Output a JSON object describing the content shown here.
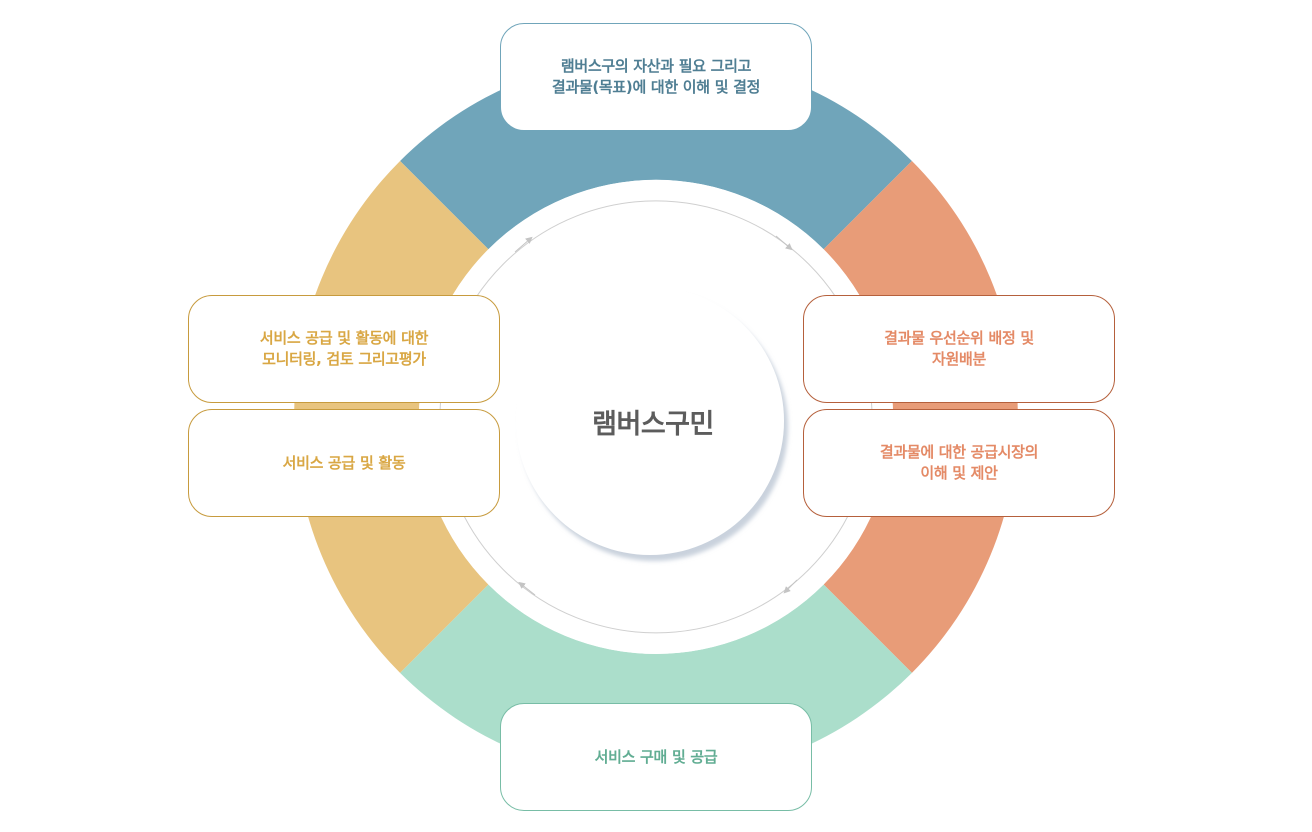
{
  "center": {
    "title": "램버스구민"
  },
  "boxes": {
    "top": {
      "line1": "램버스구의 자산과 필요 그리고",
      "line2": "결과물(목표)에 대한 이해 및 결정"
    },
    "right_1": {
      "line1": "결과물 우선순위 배정 및",
      "line2": "자원배분"
    },
    "right_2": {
      "line1": "결과물에 대한 공급시장의",
      "line2": "이해 및 제안"
    },
    "left_1": {
      "line1": "서비스 공급 및 활동에 대한",
      "line2": "모니터링, 검토 그리고평가"
    },
    "left_2": {
      "line1": "서비스 공급 및 활동"
    },
    "bottom": {
      "line1": "서비스 구매 및 공급"
    }
  },
  "colors": {
    "top_segment": "#70a5ba",
    "right_segment": "#e89c78",
    "bottom_segment": "#abdecb",
    "left_segment": "#e8c47f"
  }
}
